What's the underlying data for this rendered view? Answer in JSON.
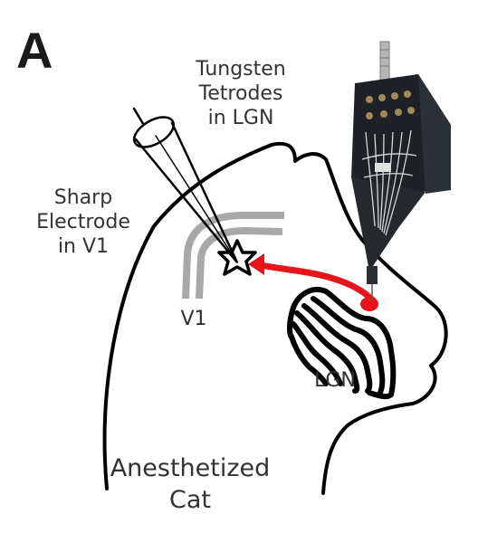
{
  "panel_label": "A",
  "labels": {
    "tetrodes": [
      "Tungsten",
      "Tetrodes",
      "in LGN"
    ],
    "electrode": [
      "Sharp",
      "Electrode",
      "in V1"
    ],
    "v1": "V1",
    "lgn": "LGN",
    "subject": [
      "Anesthetized",
      "Cat"
    ]
  },
  "colors": {
    "outline": "#000000",
    "text": "#333333",
    "cortex_band": "#a8a8a8",
    "projection": "#e8141c",
    "device_body": "#1e2227"
  }
}
